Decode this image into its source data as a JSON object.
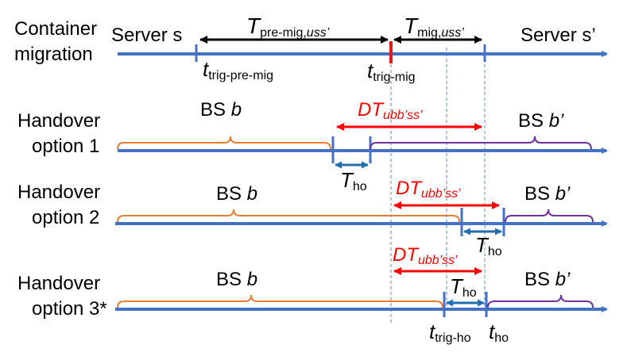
{
  "colors": {
    "timeline": "#4472C4",
    "black": "#000000",
    "red": "#FF0000",
    "marker_red": "#E31A1C",
    "ho_arrow": "#1F6FB0",
    "orange": "#ED7D31",
    "purple": "#7030A0",
    "dashed": "#5B8BD6"
  },
  "migration": {
    "label_line1": "Container",
    "label_line2": "migration",
    "server_s": "Server s",
    "server_s_prime": "Server s’",
    "t_premig": {
      "main": "T",
      "sub": "pre-mig,",
      "sub_it": "uss’"
    },
    "t_mig": {
      "main": "T",
      "sub": "mig,",
      "sub_it": "uss’"
    },
    "t_trig_premig": {
      "main": "t",
      "sub": "trig-pre-mig"
    },
    "t_trig_mig": {
      "main": "t",
      "sub": "trig-mig"
    }
  },
  "handover1": {
    "label_line1": "Handover",
    "label_line2": "option 1",
    "bs_b": {
      "text": "BS ",
      "it": "b"
    },
    "bs_b_prime": {
      "text": "BS ",
      "it": "b’"
    },
    "dt": {
      "main": "DT",
      "sub": "ubb’ss’"
    },
    "t_ho": {
      "main": "T",
      "sub": "ho"
    }
  },
  "handover2": {
    "label_line1": "Handover",
    "label_line2": "option 2",
    "bs_b": {
      "text": "BS ",
      "it": "b"
    },
    "bs_b_prime": {
      "text": "BS ",
      "it": "b’"
    },
    "dt": {
      "main": "DT",
      "sub": "ubb’ss’"
    },
    "t_ho": {
      "main": "T",
      "sub": "ho"
    }
  },
  "handover3": {
    "label_line1": "Handover",
    "label_line2": "option 3*",
    "bs_b": {
      "text": "BS ",
      "it": "b"
    },
    "bs_b_prime": {
      "text": "BS ",
      "it": "b’"
    },
    "dt": {
      "main": "DT",
      "sub": "ubb’ss’"
    },
    "t_ho": {
      "main": "T",
      "sub": "ho"
    },
    "t_trig_ho": {
      "main": "t",
      "sub": "trig-ho"
    },
    "t_ho_lower": {
      "main": "t",
      "sub": "ho"
    }
  }
}
